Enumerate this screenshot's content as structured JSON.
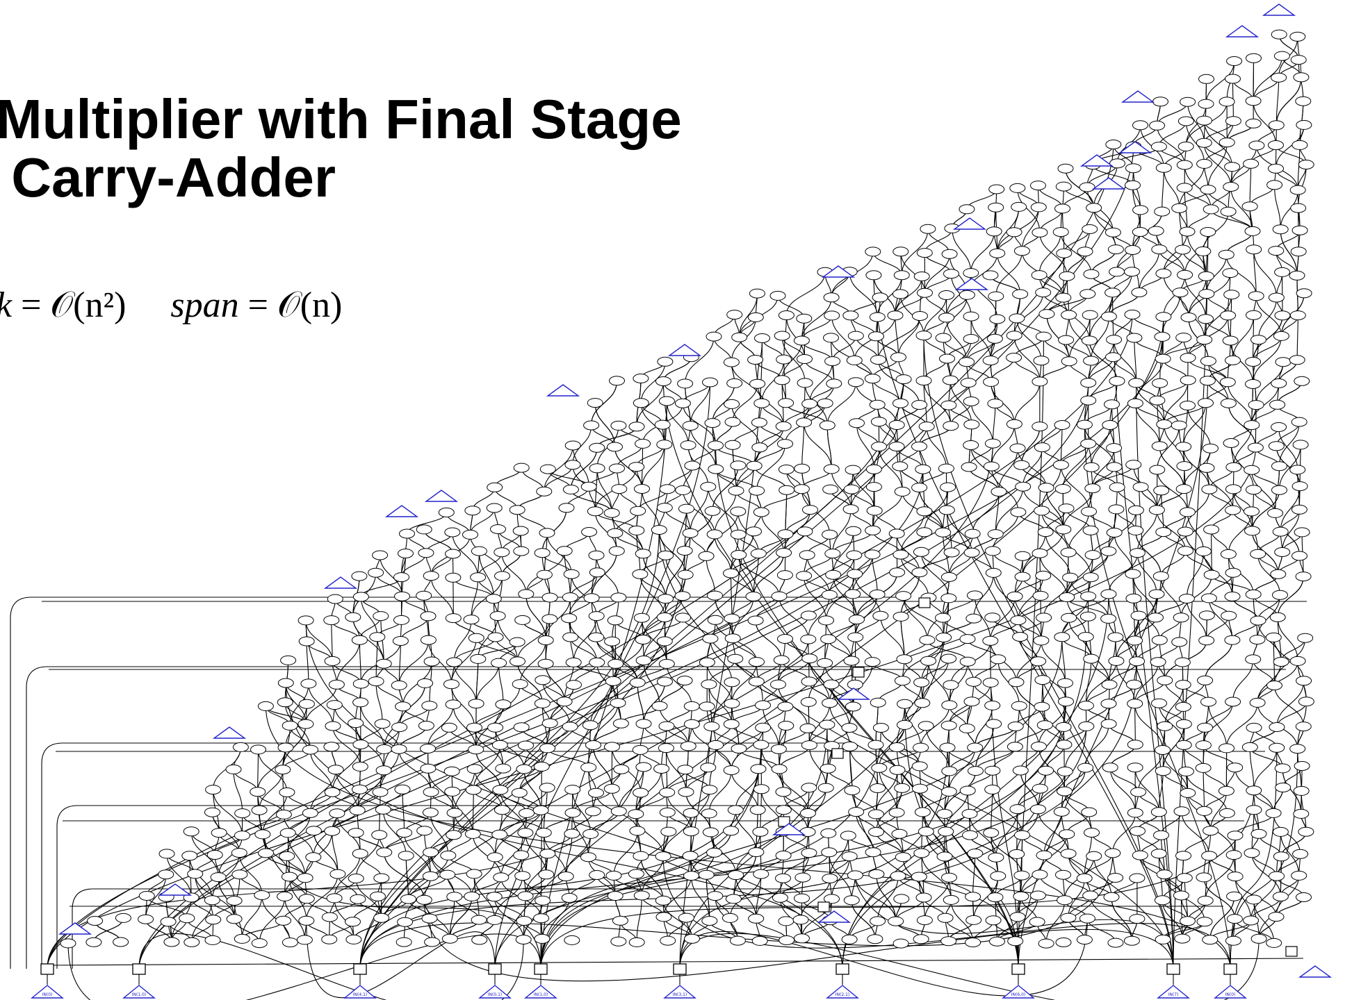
{
  "slide": {
    "title_line1": "Multiplier with Final Stage",
    "title_line2": " Carry-Adder",
    "work_lhs": "k",
    "work_rhs": " = 𝒪(n²)",
    "span_lhs": "span",
    "span_rhs": " = 𝒪(n)"
  },
  "diagram": {
    "edge_color": "#000000",
    "input_color": "#2222cc",
    "node_shapes": [
      "ellipse",
      "box",
      "triangle"
    ],
    "bottom_output_labels": [
      "IN(0)",
      "IN(1,0)",
      "IN(4,1)",
      "IN(0,1)",
      "IN(1,0)",
      "IN(3,1)",
      "IN(2,1)",
      "IN(6,0)",
      "IN(7)",
      "IN(0)"
    ]
  }
}
